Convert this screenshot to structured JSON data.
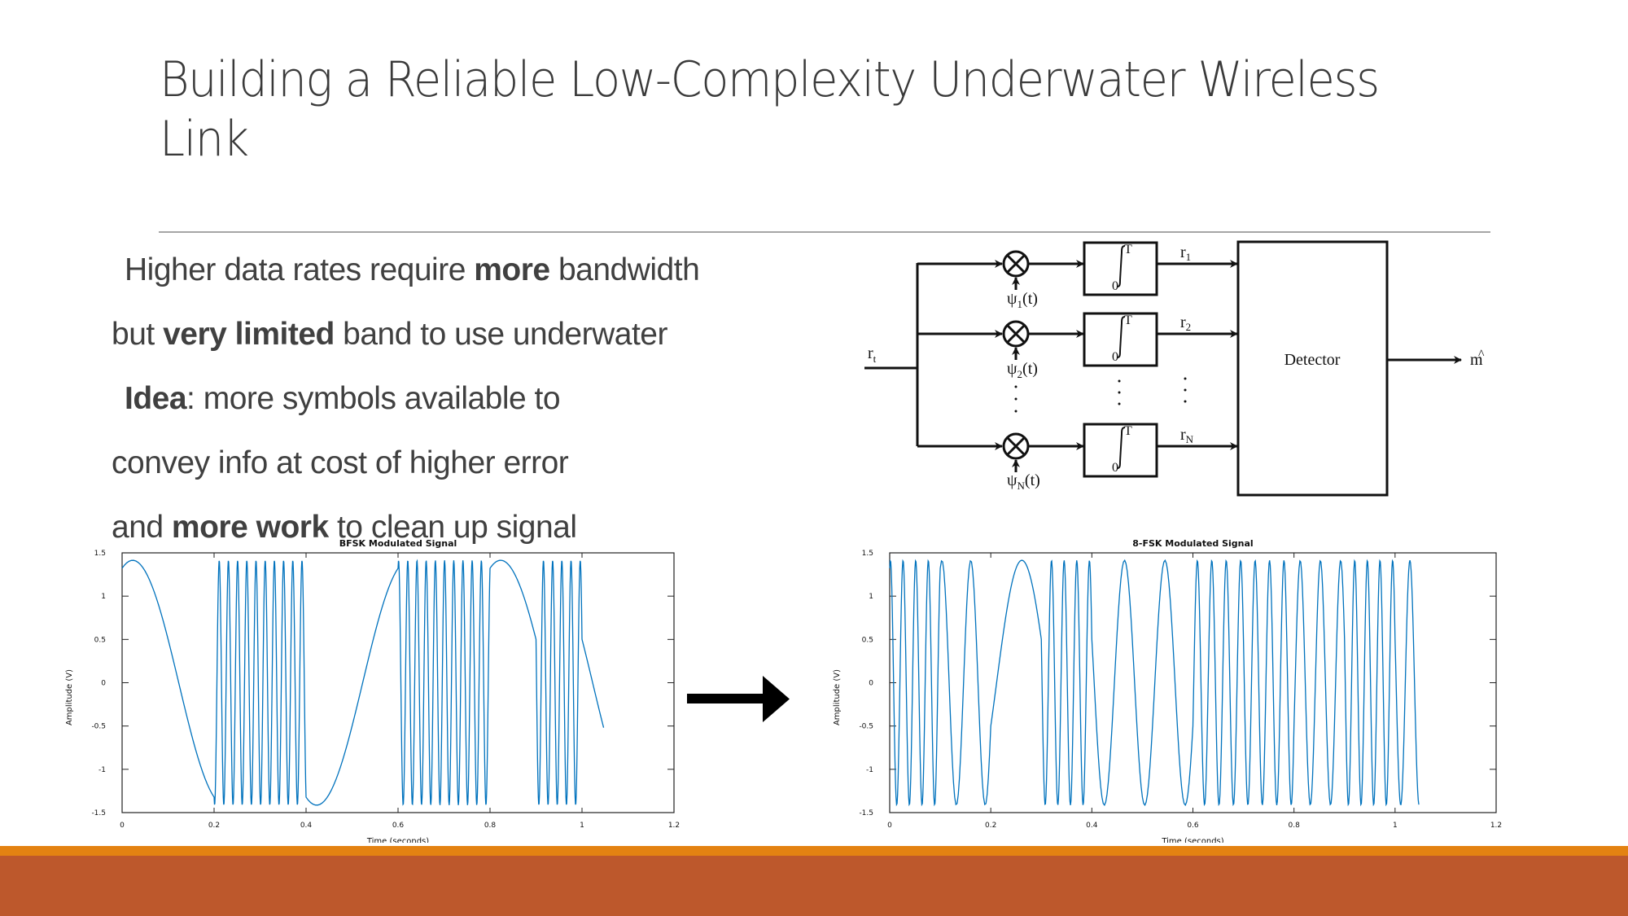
{
  "slide": {
    "title": "Building a Reliable Low-Complexity Underwater Wireless Link",
    "body_lines": [
      {
        "indent": true,
        "parts": [
          {
            "t": "Higher data rates require ",
            "b": false
          },
          {
            "t": "more",
            "b": true
          },
          {
            "t": " bandwidth",
            "b": false
          }
        ]
      },
      {
        "indent": false,
        "parts": [
          {
            "t": "but ",
            "b": false
          },
          {
            "t": "very limited",
            "b": true
          },
          {
            "t": " band to use underwater",
            "b": false
          }
        ]
      },
      {
        "indent": true,
        "parts": [
          {
            "t": "Idea",
            "b": true
          },
          {
            "t": ": more symbols available to",
            "b": false
          }
        ]
      },
      {
        "indent": false,
        "parts": [
          {
            "t": "convey info at cost of higher error",
            "b": false
          }
        ]
      },
      {
        "indent": false,
        "parts": [
          {
            "t": "and ",
            "b": false
          },
          {
            "t": "more work",
            "b": true
          },
          {
            "t": " to clean up signal",
            "b": false
          }
        ]
      }
    ],
    "colors": {
      "accent_orange": "#e38212",
      "accent_rust": "#bd582c",
      "signal_blue": "#0072bd",
      "text": "#404040"
    }
  },
  "diagram": {
    "input_label": "r",
    "input_sub": "t",
    "branches": [
      {
        "basis": "ψ",
        "basis_sub": "1",
        "basis_arg": "(t)",
        "output": "r",
        "output_sub": "1"
      },
      {
        "basis": "ψ",
        "basis_sub": "2",
        "basis_arg": "(t)",
        "output": "r",
        "output_sub": "2"
      },
      {
        "basis": "ψ",
        "basis_sub": "N",
        "basis_arg": "(t)",
        "output": "r",
        "output_sub": "N"
      }
    ],
    "integral_upper": "T",
    "integral_lower": "0",
    "detector_label": "Detector",
    "output_label": "m",
    "output_hat": "^"
  },
  "chart_data": [
    {
      "type": "line",
      "title": "BFSK Modulated Signal",
      "xlabel": "Time (seconds)",
      "ylabel": "Amplitude (V)",
      "xlim": [
        0,
        1.2
      ],
      "ylim": [
        -1.5,
        1.5
      ],
      "xticks": [
        "0",
        "0.2",
        "0.4",
        "0.6",
        "0.8",
        "1",
        "1.2"
      ],
      "yticks": [
        "-1.5",
        "-1",
        "-0.5",
        "0",
        "0.5",
        "1",
        "1.5"
      ],
      "amplitude": 1.414,
      "grid": false,
      "series": [
        {
          "name": "signal",
          "segments": [
            {
              "t0": 0.0,
              "t1": 0.2,
              "freq_hz": 2.5
            },
            {
              "t0": 0.2,
              "t1": 0.4,
              "freq_hz": 50
            },
            {
              "t0": 0.4,
              "t1": 0.6,
              "freq_hz": 2.5
            },
            {
              "t0": 0.6,
              "t1": 0.8,
              "freq_hz": 50
            },
            {
              "t0": 0.8,
              "t1": 0.9,
              "freq_hz": 2.5
            },
            {
              "t0": 0.9,
              "t1": 1.0,
              "freq_hz": 50
            },
            {
              "t0": 1.0,
              "t1": 1.047,
              "freq_hz": 2.5
            }
          ]
        }
      ]
    },
    {
      "type": "line",
      "title": "8-FSK Modulated Signal",
      "xlabel": "Time (seconds)",
      "ylabel": "Amplitude (V)",
      "xlim": [
        0,
        1.2
      ],
      "ylim": [
        -1.5,
        1.5
      ],
      "xticks": [
        "0",
        "0.2",
        "0.4",
        "0.6",
        "0.8",
        "1",
        "1.2"
      ],
      "yticks": [
        "-1.5",
        "-1",
        "-0.5",
        "0",
        "0.5",
        "1",
        "1.5"
      ],
      "amplitude": 1.414,
      "grid": false,
      "series": [
        {
          "name": "signal",
          "segments": [
            {
              "t0": 0.0,
              "t1": 0.1,
              "freq_hz": 40
            },
            {
              "t0": 0.1,
              "t1": 0.2,
              "freq_hz": 17.5
            },
            {
              "t0": 0.2,
              "t1": 0.3,
              "freq_hz": 5
            },
            {
              "t0": 0.3,
              "t1": 0.4,
              "freq_hz": 40
            },
            {
              "t0": 0.4,
              "t1": 0.5,
              "freq_hz": 12.5
            },
            {
              "t0": 0.5,
              "t1": 0.6,
              "freq_hz": 12.5
            },
            {
              "t0": 0.6,
              "t1": 0.7,
              "freq_hz": 35
            },
            {
              "t0": 0.7,
              "t1": 0.8,
              "freq_hz": 35
            },
            {
              "t0": 0.8,
              "t1": 0.9,
              "freq_hz": 25
            },
            {
              "t0": 0.9,
              "t1": 1.0,
              "freq_hz": 40
            },
            {
              "t0": 1.0,
              "t1": 1.047,
              "freq_hz": 27.5
            }
          ]
        }
      ]
    }
  ]
}
